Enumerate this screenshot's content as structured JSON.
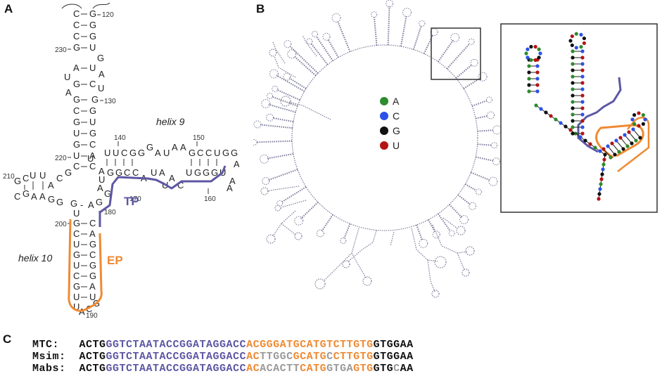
{
  "panels": {
    "a": "A",
    "b": "B",
    "c": "C"
  },
  "colors": {
    "purple": "#5d57a4",
    "orange": "#ef8a32",
    "gray": "#9a9a9a",
    "black": "#111111",
    "A": "#2e8b2e",
    "C": "#2a52e8",
    "G": "#111111",
    "U": "#b41414"
  },
  "labels": {
    "helix9": "helix 9",
    "helix10": "helix 10",
    "tp": "TP",
    "ep": "EP"
  },
  "legend": [
    {
      "key": "A",
      "label": "A"
    },
    {
      "key": "C",
      "label": "C"
    },
    {
      "key": "G",
      "label": "G"
    },
    {
      "key": "U",
      "label": "U"
    }
  ],
  "positions": [
    "120",
    "230",
    "130",
    "220",
    "140",
    "150",
    "210",
    "170",
    "160",
    "180",
    "200",
    "190"
  ],
  "sequences": [
    {
      "name": "MTC:",
      "segments": [
        {
          "t": "ACTG",
          "c": "black"
        },
        {
          "t": "GGTCTAATACCGGATAGGACC",
          "c": "purple"
        },
        {
          "t": "ACGGGATGCATGTCTTGTG",
          "c": "orange"
        },
        {
          "t": "GTGGAA",
          "c": "black"
        }
      ]
    },
    {
      "name": "Msim:",
      "segments": [
        {
          "t": "ACTG",
          "c": "black"
        },
        {
          "t": "GGTCTAATACCGGATAGGACC",
          "c": "purple"
        },
        {
          "t": "AC",
          "c": "orange"
        },
        {
          "t": "TTGGC",
          "c": "gray"
        },
        {
          "t": "GCATG",
          "c": "orange"
        },
        {
          "t": "C",
          "c": "gray"
        },
        {
          "t": "CTTGTG",
          "c": "orange"
        },
        {
          "t": "GTGGAA",
          "c": "black"
        }
      ]
    },
    {
      "name": "Mabs:",
      "segments": [
        {
          "t": "ACTG",
          "c": "black"
        },
        {
          "t": "GGTCTAATACCGGATAGGACC",
          "c": "purple"
        },
        {
          "t": "AC",
          "c": "orange"
        },
        {
          "t": "ACACTT",
          "c": "gray"
        },
        {
          "t": "CATG",
          "c": "orange"
        },
        {
          "t": "GTGA",
          "c": "gray"
        },
        {
          "t": "GTG",
          "c": "orange"
        },
        {
          "t": "GTG",
          "c": "black"
        },
        {
          "t": "C",
          "c": "gray"
        },
        {
          "t": "AA",
          "c": "black"
        }
      ]
    }
  ]
}
